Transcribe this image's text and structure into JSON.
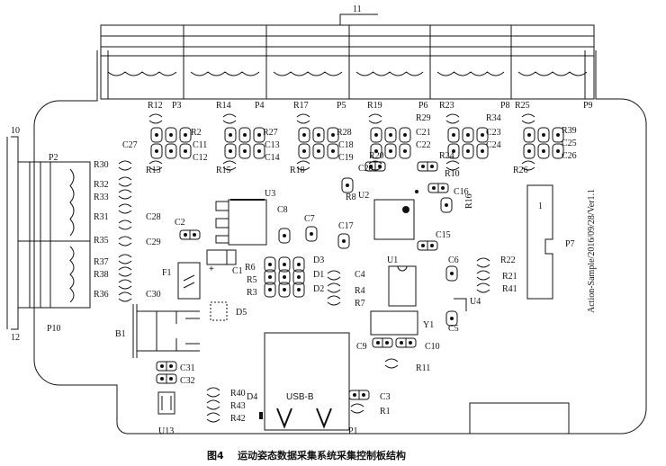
{
  "figure": {
    "caption": "图4    运动姿态数据采集系统采集控制板结构",
    "version_text": "Action-Sample/2016/09/28/Ver1.1"
  },
  "callouts": {
    "top": "11",
    "left_top": "10",
    "left_bottom": "12"
  },
  "connectors": {
    "P2": "P2",
    "P3": "P3",
    "P4": "P4",
    "P5": "P5",
    "P6": "P6",
    "P8": "P8",
    "P9": "P9",
    "P10": "P10",
    "P7": "P7",
    "P1": "P1",
    "usb": "USB-B",
    "p7_pin": "1"
  },
  "ics": {
    "U1": "U1",
    "U2": "U2",
    "U3": "U3",
    "U4": "U4",
    "U13": "U13",
    "Y1": "Y1",
    "F1": "F1",
    "B1": "B1"
  },
  "resistors": {
    "R1": "R1",
    "R2": "R2",
    "R3": "R3",
    "R4": "R4",
    "R5": "R5",
    "R6": "R6",
    "R7": "R7",
    "R8": "R8",
    "R10": "R10",
    "R11": "R11",
    "R12": "R12",
    "R13": "R13",
    "R14": "R14",
    "R15": "R15",
    "R16": "R16",
    "R17": "R17",
    "R18": "R18",
    "R19": "R19",
    "R20": "R20",
    "R21": "R21",
    "R22": "R22",
    "R23": "R23",
    "R24": "R24",
    "R25": "R25",
    "R26": "R26",
    "R27": "R27",
    "R28": "R28",
    "R29": "R29",
    "R30": "R30",
    "R31": "R31",
    "R32": "R32",
    "R33": "R33",
    "R34": "R34",
    "R35": "R35",
    "R36": "R36",
    "R37": "R37",
    "R38": "R38",
    "R39": "R39",
    "R40": "R40",
    "R41": "R41",
    "R42": "R42",
    "R43": "R43"
  },
  "capacitors": {
    "C1": "C1",
    "C2": "C2",
    "C3": "C3",
    "C4": "C4",
    "C5": "C5",
    "C6": "C6",
    "C7": "C7",
    "C8": "C8",
    "C9": "C9",
    "C10": "C10",
    "C11": "C11",
    "C12": "C12",
    "C13": "C13",
    "C14": "C14",
    "C15": "C15",
    "C16": "C16",
    "C17": "C17",
    "C18": "C18",
    "C19": "C19",
    "C20": "C20",
    "C21": "C21",
    "C22": "C22",
    "C23": "C23",
    "C24": "C24",
    "C25": "C25",
    "C26": "C26",
    "C27": "C27",
    "C28": "C28",
    "C29": "C29",
    "C30": "C30",
    "C31": "C31",
    "C32": "C32"
  },
  "diodes": {
    "D1": "D1",
    "D2": "D2",
    "D3": "D3",
    "D4": "D4",
    "D5": "D5"
  },
  "symbols": {
    "polarity_plus": "+"
  }
}
